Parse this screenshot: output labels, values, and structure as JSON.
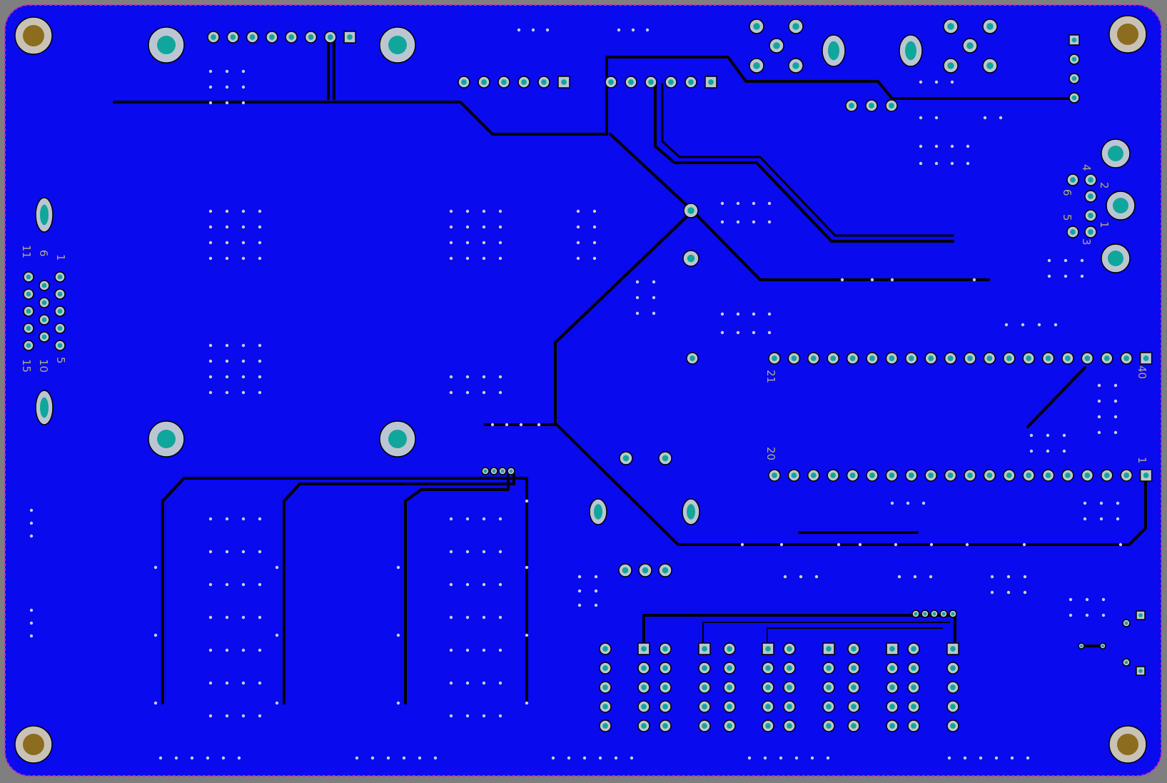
{
  "board": {
    "colors": {
      "background": "#7f7f7f",
      "copper": "#0a0aee",
      "copper_edge": "#cc22cc",
      "trace": "#000000",
      "pad": "#bcc6d2",
      "drill": "#10a69c",
      "mount_pad": "#c9c2b6",
      "mount_drill": "#8c6c1e",
      "label": "#b4a884"
    },
    "labels": {
      "vga_pin_1": "1",
      "vga_pin_6": "6",
      "vga_pin_11": "11",
      "vga_pin_5": "5",
      "vga_pin_10": "10",
      "vga_pin_15": "15",
      "header_pin_1": "1",
      "header_pin_20": "20",
      "header_pin_21": "21",
      "header_pin_40": "40",
      "ps2_pin_4": "4",
      "ps2_pin_2": "2",
      "ps2_pin_6": "6",
      "ps2_pin_5": "5",
      "ps2_pin_1": "1",
      "ps2_pin_3": "3"
    }
  }
}
